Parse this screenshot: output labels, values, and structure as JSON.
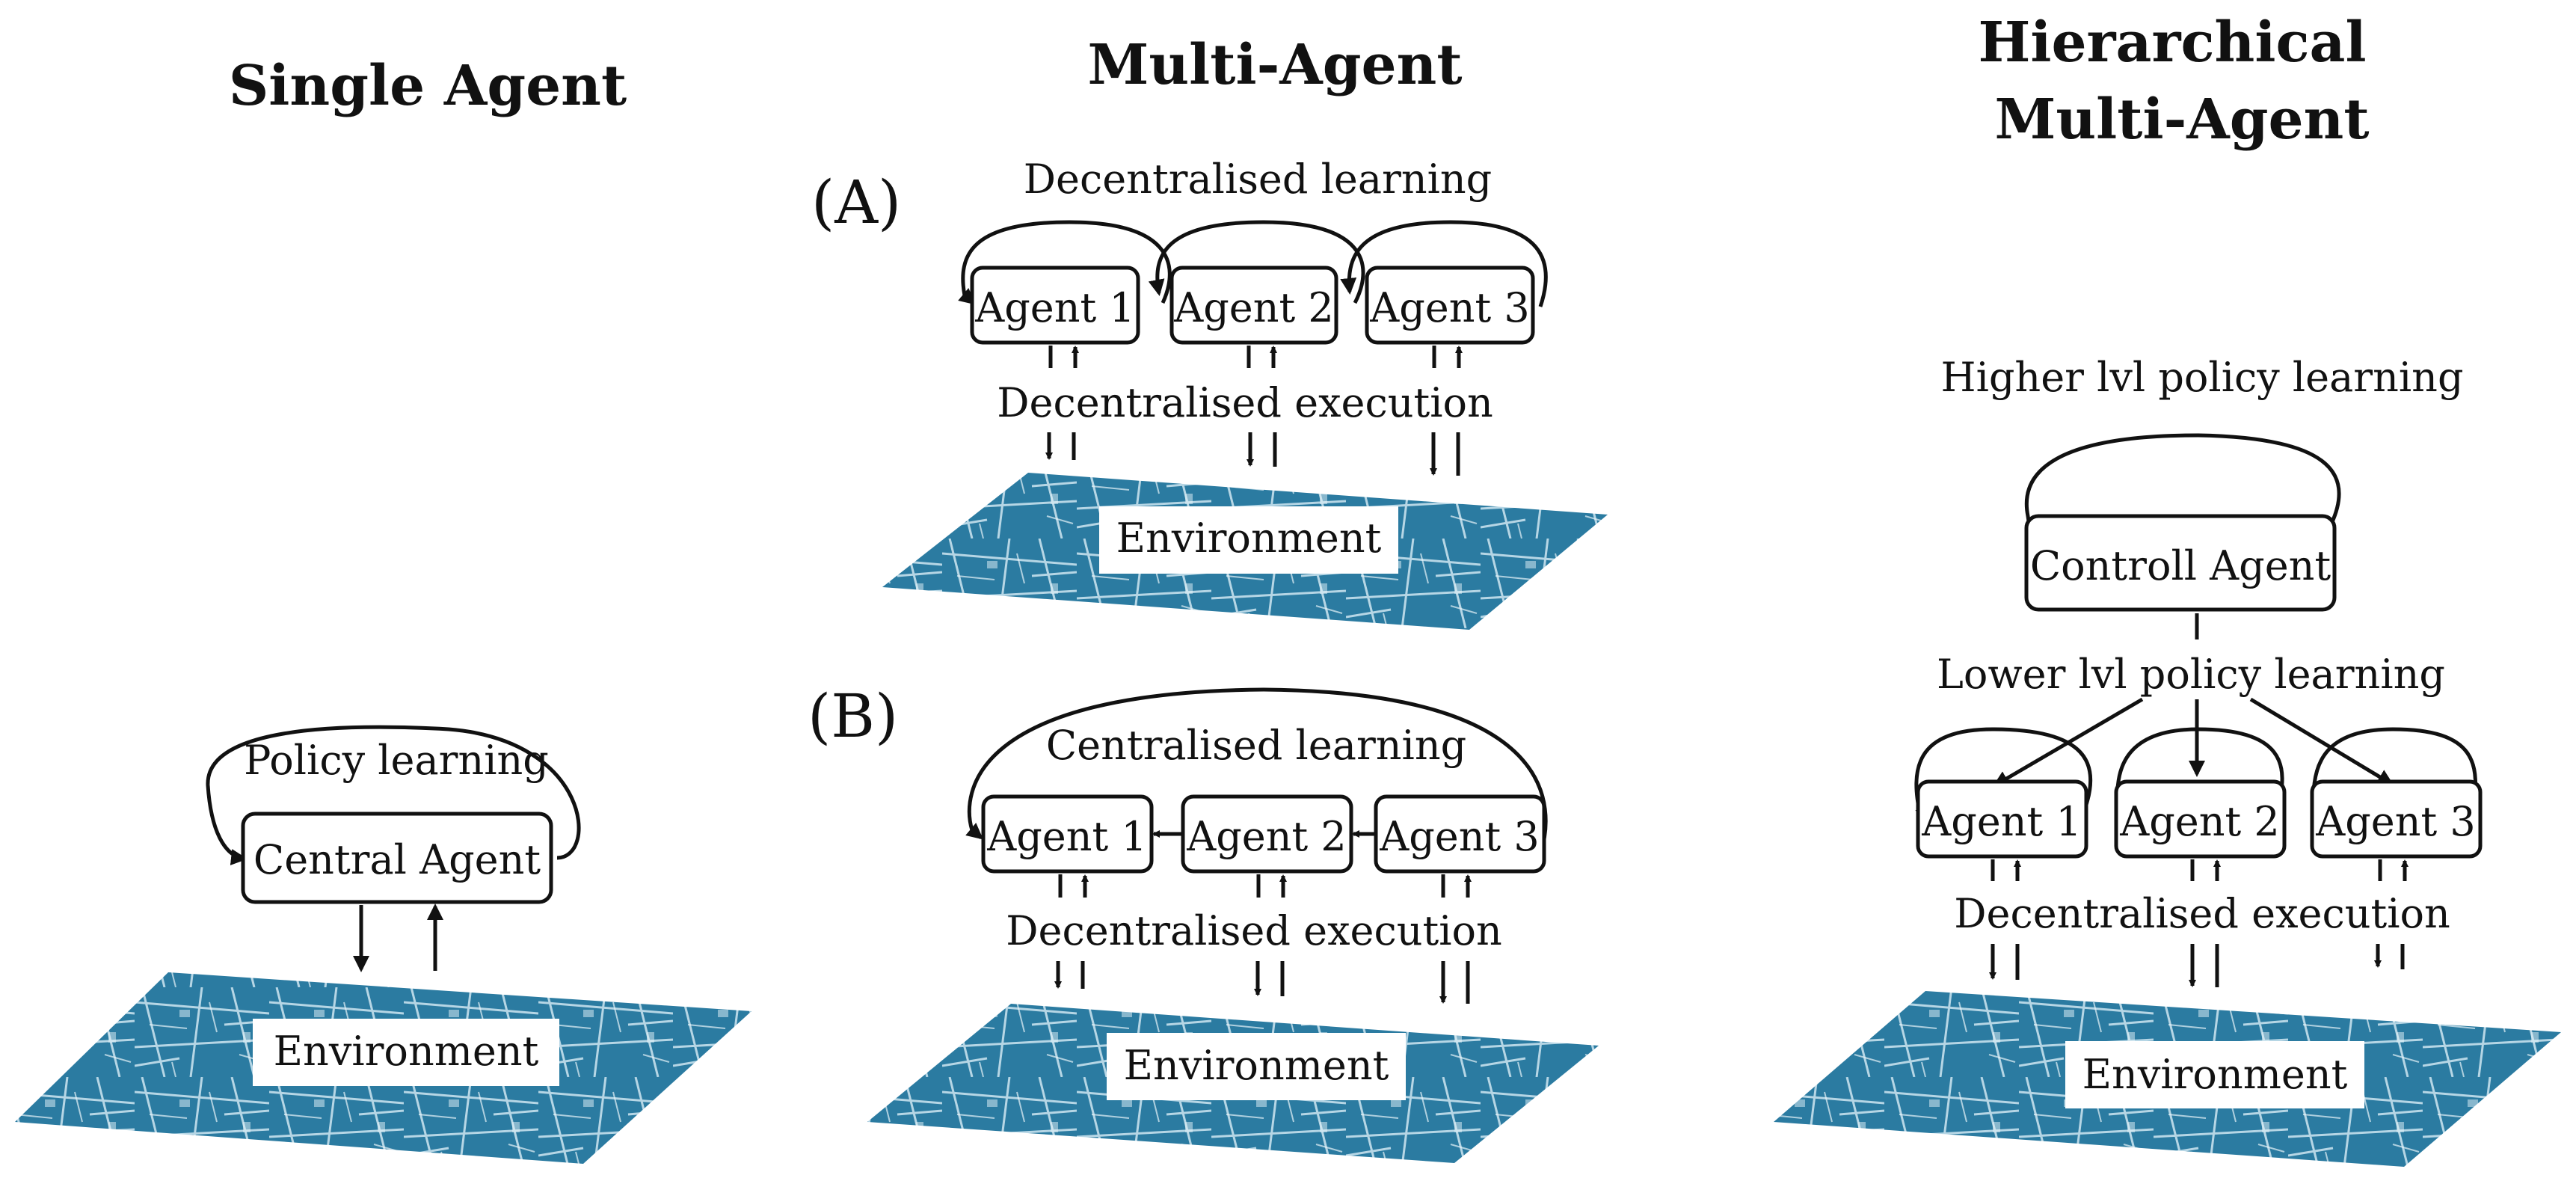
{
  "colors": {
    "environment": "#2b7ba1",
    "map_lines": "#cfe6f1",
    "ink": "#111111"
  },
  "single": {
    "title": "Single Agent",
    "policy_label": "Policy learning",
    "agent": "Central Agent",
    "environment": "Environment"
  },
  "multi": {
    "title": "Multi-Agent",
    "A": {
      "tag": "(A)",
      "learning": "Decentralised learning",
      "agents": [
        "Agent 1",
        "Agent 2",
        "Agent 3"
      ],
      "execution": "Decentralised execution",
      "environment": "Environment"
    },
    "B": {
      "tag": "(B)",
      "learning": "Centralised learning",
      "agents": [
        "Agent 1",
        "Agent 2",
        "Agent 3"
      ],
      "execution": "Decentralised execution",
      "environment": "Environment"
    }
  },
  "hier": {
    "title_line1": "Hierarchical",
    "title_line2": "Multi-Agent",
    "higher": "Higher lvl policy learning",
    "control": "Controll Agent",
    "lower": "Lower lvl policy learning",
    "agents": [
      "Agent 1",
      "Agent 2",
      "Agent 3"
    ],
    "execution": "Decentralised execution",
    "environment": "Environment"
  }
}
